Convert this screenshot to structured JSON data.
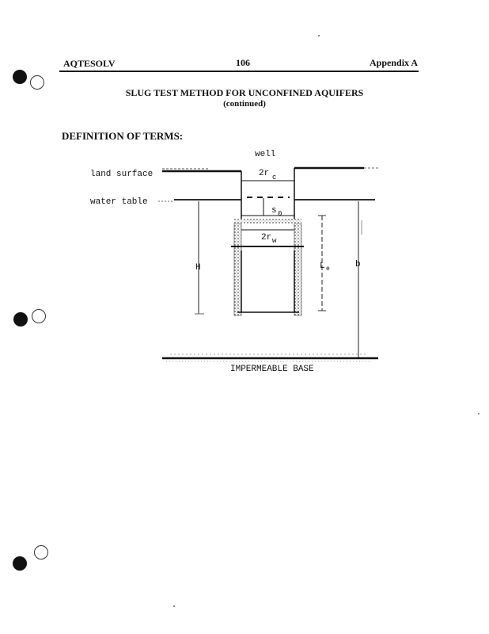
{
  "header": {
    "left": "AQTESOLV",
    "center": "106",
    "right": "Appendix A"
  },
  "title": "SLUG TEST METHOD FOR UNCONFINED AQUIFERS",
  "subtitle": "(continued)",
  "section_heading": "DEFINITION OF TERMS:",
  "diagram": {
    "well_label": "well",
    "land_surface_label": "land surface",
    "water_table_label": "water table",
    "rc_label": "2r",
    "rc_sub": "c",
    "s0_label": "s",
    "s0_sub": "0",
    "rw_label": "2r",
    "rw_sub": "w",
    "h_label": "H",
    "le_label": "L",
    "le_sub": "e",
    "b_label": "b",
    "base_label": "IMPERMEABLE BASE"
  }
}
